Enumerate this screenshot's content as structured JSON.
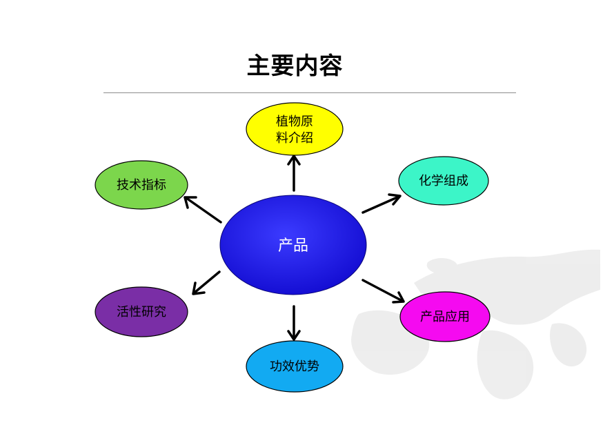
{
  "page": {
    "title": "主要内容"
  },
  "diagram": {
    "center": {
      "label": "产品",
      "color": "#1a12e6"
    },
    "nodes": [
      {
        "id": "plant",
        "lines": [
          "植物原",
          "料介绍"
        ],
        "color": "#ffff00"
      },
      {
        "id": "chem",
        "lines": [
          "化学组成"
        ],
        "color": "#3cf5c8"
      },
      {
        "id": "app",
        "lines": [
          "产品应用"
        ],
        "color": "#f50af0"
      },
      {
        "id": "effect",
        "lines": [
          "功效优势"
        ],
        "color": "#12aaf2"
      },
      {
        "id": "activity",
        "lines": [
          "活性研究"
        ],
        "color": "#7a2ea6"
      },
      {
        "id": "tech",
        "lines": [
          "技术指标"
        ],
        "color": "#7cd64c"
      }
    ]
  }
}
